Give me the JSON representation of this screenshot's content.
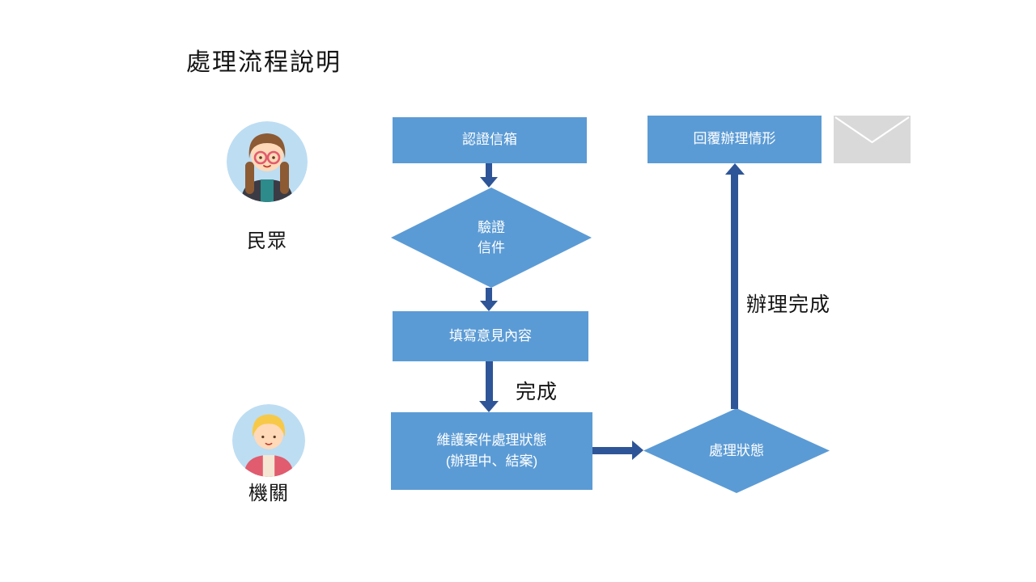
{
  "title": "處理流程說明",
  "actors": {
    "citizen": {
      "label": "民眾",
      "icon": "girl-avatar-icon"
    },
    "agency": {
      "label": "機關",
      "icon": "boy-avatar-icon"
    }
  },
  "nodes": {
    "verify_email": {
      "type": "process",
      "label": "認證信箱"
    },
    "verify_mail": {
      "type": "decision",
      "line1": "驗證",
      "line2": "信件"
    },
    "fill_opinion": {
      "type": "process",
      "label": "填寫意見內容"
    },
    "maintain_case": {
      "type": "process",
      "line1": "維護案件處理狀態",
      "line2": "(辦理中、結案)"
    },
    "handle_status": {
      "type": "decision",
      "label": "處理狀態"
    },
    "reply_result": {
      "type": "process",
      "label": "回覆辦理情形"
    }
  },
  "edges": [
    {
      "from": "verify_email",
      "to": "verify_mail",
      "label": ""
    },
    {
      "from": "verify_mail",
      "to": "fill_opinion",
      "label": ""
    },
    {
      "from": "fill_opinion",
      "to": "maintain_case",
      "label": "完成"
    },
    {
      "from": "maintain_case",
      "to": "handle_status",
      "label": ""
    },
    {
      "from": "handle_status",
      "to": "reply_result",
      "label": "辦理完成"
    }
  ],
  "icons": {
    "envelope": "envelope-icon"
  },
  "colors": {
    "node_fill": "#5B9BD5",
    "node_text": "#FFFFFF",
    "arrow": "#2E5597",
    "envelope_fill": "#D9D9D9",
    "avatar_bg": "#BDDDF2",
    "background": "#FFFFFF",
    "text": "#141414"
  }
}
